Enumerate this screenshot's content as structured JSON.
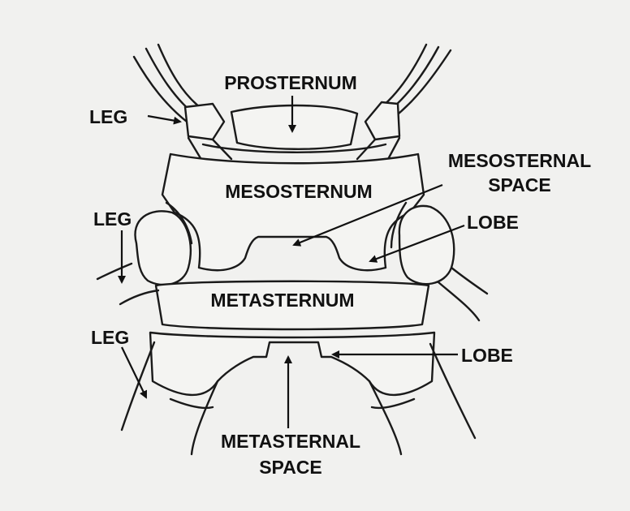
{
  "labels": {
    "prosternum": "PROSTERNUM",
    "leg_top": "LEG",
    "mesosternum": "MESOSTERNUM",
    "mesosternal_space_1": "MESOSTERNAL",
    "mesosternal_space_2": "SPACE",
    "leg_mid": "LEG",
    "lobe_upper": "LOBE",
    "metasternum": "METASTERNUM",
    "leg_bottom": "LEG",
    "lobe_lower": "LOBE",
    "metasternal_space_1": "METASTERNAL",
    "metasternal_space_2": "SPACE"
  }
}
